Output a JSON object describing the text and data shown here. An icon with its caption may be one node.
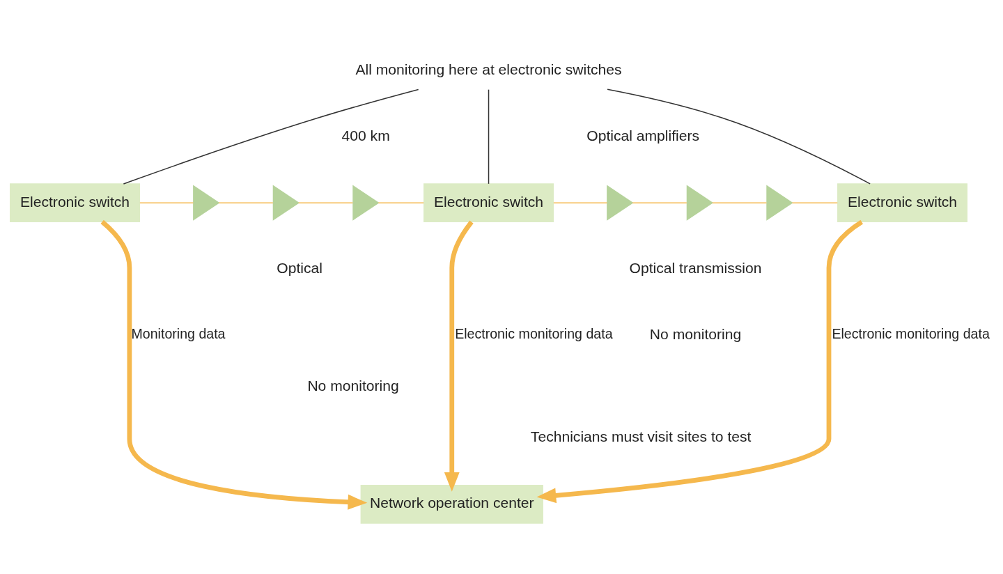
{
  "diagram": {
    "nodes": [
      {
        "text": [
          "All monitoring here at electronic switches"
        ]
      },
      {
        "text": [
          "Electronic switch"
        ]
      },
      {
        "text": [
          "Electronic switch"
        ]
      },
      {
        "text": [
          "Electronic switch"
        ]
      },
      {
        "text": [],
        "shape": "triangle"
      },
      {
        "text": [],
        "shape": "triangle"
      },
      {
        "text": [],
        "shape": "triangle"
      },
      {
        "text": [],
        "shape": "triangle"
      },
      {
        "text": [],
        "shape": "triangle"
      },
      {
        "text": [],
        "shape": "triangle"
      },
      {
        "text": [
          "Network operation center"
        ]
      }
    ],
    "edges": [
      {
        "from": 0,
        "to": 1,
        "arrow": "none",
        "color": "#333333"
      },
      {
        "from": 0,
        "to": 2,
        "arrow": "none",
        "color": "#333333"
      },
      {
        "from": 0,
        "to": 3,
        "arrow": "none",
        "color": "#333333"
      },
      {
        "from": 1,
        "to": 4,
        "arrow": "none"
      },
      {
        "from": 4,
        "to": 5,
        "arrow": "none"
      },
      {
        "from": 5,
        "to": 6,
        "arrow": "none"
      },
      {
        "from": 6,
        "to": 2,
        "arrow": "none"
      },
      {
        "from": 2,
        "to": 7,
        "arrow": "none"
      },
      {
        "from": 7,
        "to": 8,
        "arrow": "none"
      },
      {
        "from": 8,
        "to": 9,
        "arrow": "none"
      },
      {
        "from": 9,
        "to": 3,
        "arrow": "none"
      },
      {
        "from": 1,
        "to": 10,
        "arrow": "to",
        "label": "Monitoring data",
        "style": "thick"
      },
      {
        "from": 2,
        "to": 10,
        "arrow": "to",
        "label": "Electronic monitoring data",
        "style": "thick"
      },
      {
        "from": 3,
        "to": 10,
        "arrow": "to",
        "label": "Electronic monitoring data",
        "style": "thick"
      }
    ],
    "labels": [
      "400 km",
      "Optical amplifiers",
      "Optical",
      "No monitoring",
      "Optical transmission",
      "No monitoring",
      "Technicians must visit sites to test"
    ]
  }
}
